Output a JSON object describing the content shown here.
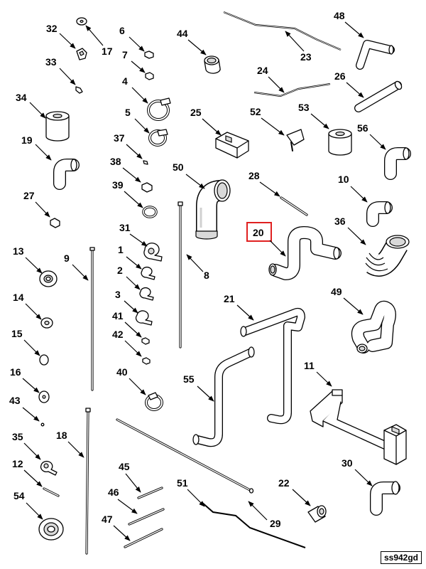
{
  "drawing_code": "ss942gd",
  "highlight_color": "#e02020",
  "highlighted_callout": "20",
  "callouts": {
    "c1": "1",
    "c2": "2",
    "c3": "3",
    "c4": "4",
    "c5": "5",
    "c6": "6",
    "c7": "7",
    "c8": "8",
    "c9": "9",
    "c10": "10",
    "c11": "11",
    "c12": "12",
    "c13": "13",
    "c14": "14",
    "c15": "15",
    "c16": "16",
    "c17": "17",
    "c18": "18",
    "c19": "19",
    "c20": "20",
    "c21": "21",
    "c22": "22",
    "c23": "23",
    "c24": "24",
    "c25": "25",
    "c26": "26",
    "c27": "27",
    "c28": "28",
    "c29": "29",
    "c30": "30",
    "c31": "31",
    "c32": "32",
    "c33": "33",
    "c34": "34",
    "c35": "35",
    "c36": "36",
    "c37": "37",
    "c38": "38",
    "c39": "39",
    "c40": "40",
    "c41": "41",
    "c42": "42",
    "c43": "43",
    "c44": "44",
    "c45": "45",
    "c46": "46",
    "c47": "47",
    "c48": "48",
    "c49": "49",
    "c50": "50",
    "c51": "51",
    "c52": "52",
    "c53": "53",
    "c54": "54",
    "c55": "55",
    "c56": "56"
  }
}
